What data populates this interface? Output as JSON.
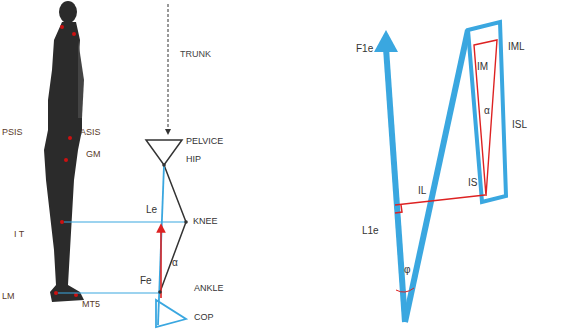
{
  "diagram": {
    "labels": [
      "PSIS",
      "ASIS",
      "GM",
      "I T",
      "LM",
      "MT5",
      "TRUNK",
      "PELVICE",
      "HIP",
      "Le",
      "KNEE",
      "Fe",
      "α",
      "ANKLE",
      "COP",
      "F1e",
      "L1e",
      "φ",
      "IL",
      "IM",
      "IML",
      "ISL",
      "IS",
      "α"
    ]
  }
}
